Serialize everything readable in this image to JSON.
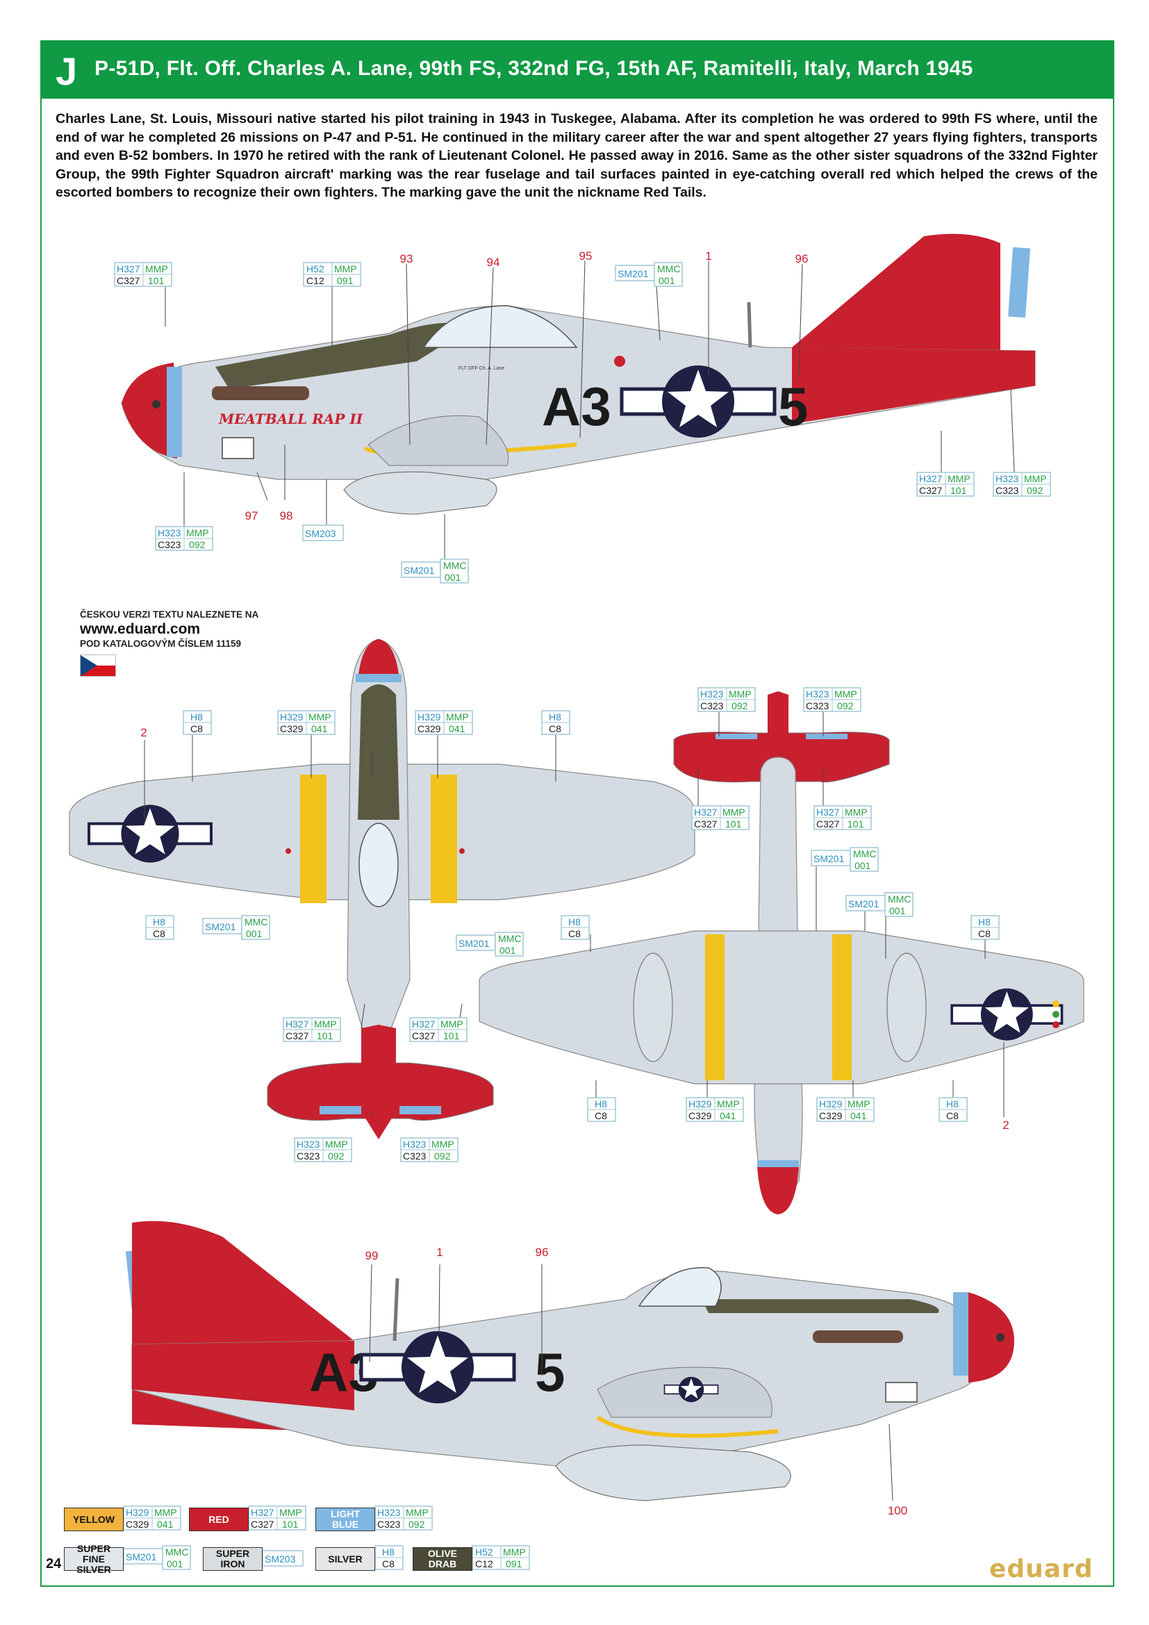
{
  "header": {
    "letter": "J",
    "title": "P-51D, Flt. Off. Charles A. Lane, 99th FS, 332nd FG, 15th AF, Ramitelli, Italy, March 1945"
  },
  "intro_text": "Charles Lane, St. Louis, Missouri native started his pilot training in 1943 in Tuskegee, Alabama. After its completion he was ordered to 99th FS where, until the end of war he completed 26 missions on P-47 and P-51. He continued in the military career after the war and spent altogether 27 years flying fighters, transports and even B-52 bombers. In 1970 he retired with the rank of Lieutenant Colonel. He passed away in 2016. Same as the other sister squadrons of the 332nd Fighter Group, the 99th Fighter Squadron aircraft' marking was the rear fuselage and tail surfaces painted in eye-catching overall red which helped the crews of the escorted bombers to recognize their own fighters. The marking gave the unit the nickname Red Tails.",
  "aircraft": {
    "code_left": "A3",
    "code_right": "5",
    "nose_art": "MEATBALL RAP II",
    "pilot_name_stencil": "FLT OFF Ch. A. Lane"
  },
  "czech_note": {
    "line1": "ČESKOU VERZI TEXTU NALEZNETE NA",
    "web": "www.eduard.com",
    "line3": "POD KATALOGOVÝM ČÍSLEM 11159"
  },
  "decal_numbers": {
    "d93": "93",
    "d94": "94",
    "d95": "95",
    "d1": "1",
    "d96": "96",
    "d97": "97",
    "d98": "98",
    "d2": "2",
    "d99": "99",
    "d100": "100"
  },
  "paint_codes": {
    "h327": "H327",
    "c327": "C327",
    "c327n": "101",
    "h323": "H323",
    "c323": "C323",
    "c323n": "092",
    "h329": "H329",
    "c329": "C329",
    "c329n": "041",
    "h52": "H52",
    "c12": "C12",
    "c12n": "091",
    "h8": "H8",
    "c8": "C8",
    "sm201": "SM201",
    "sm201n": "001",
    "sm203": "SM203",
    "mmp": "MMP",
    "mmc": "MMC"
  },
  "legend": {
    "yellow": "YELLOW",
    "red": "RED",
    "light_blue_1": "LIGHT",
    "light_blue_2": "BLUE",
    "super_fine_silver_1": "SUPER",
    "super_fine_silver_2": "FINE SILVER",
    "super_iron_1": "SUPER",
    "super_iron_2": "IRON",
    "silver": "SILVER",
    "olive_drab_1": "OLIVE",
    "olive_drab_2": "DRAB"
  },
  "colors": {
    "brand_green": "#0f9a43",
    "red": "#c8202e",
    "yellow": "#f2c21c",
    "light_blue": "#7fb6e2",
    "olive_drab": "#5a5a43",
    "silver": "#d5dbe2",
    "insignia_blue": "#202045"
  },
  "page_number": "24",
  "logo": "eduard"
}
